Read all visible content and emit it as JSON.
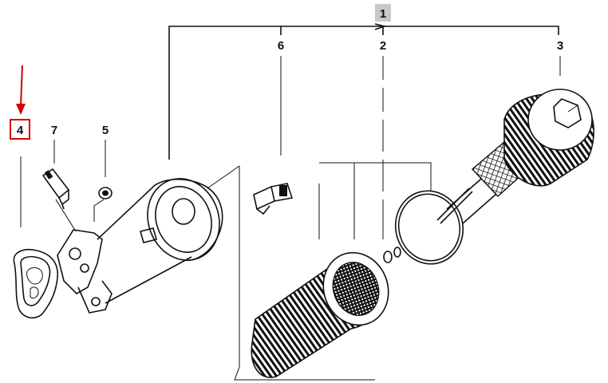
{
  "callouts": {
    "c1": "1",
    "c2": "2",
    "c3": "3",
    "c4": "4",
    "c5": "5",
    "c6": "6",
    "c7": "7"
  },
  "colors": {
    "line": "#111111",
    "highlight_box": "#d40000",
    "arrow": "#d40000",
    "callout_1_bg": "#c8c8c8"
  }
}
